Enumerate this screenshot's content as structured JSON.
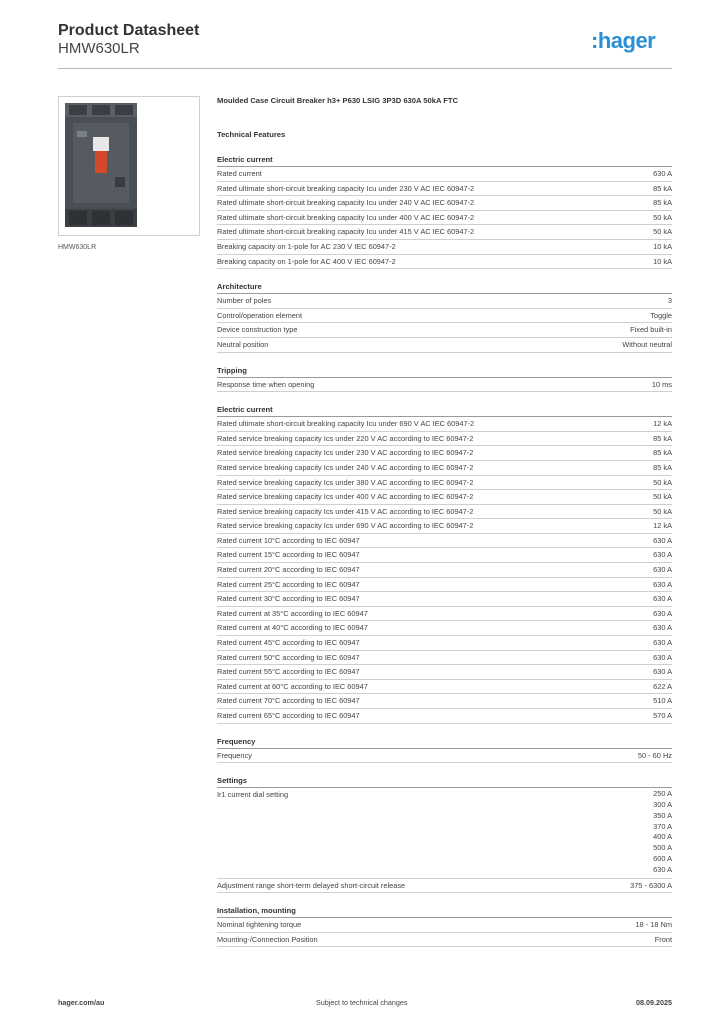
{
  "header": {
    "title": "Product Datasheet",
    "subtitle": "HMW630LR",
    "logo_text": "hager",
    "logo_color": "#2b8fd6"
  },
  "image": {
    "caption": "HMW630LR"
  },
  "product_description": "Moulded Case Circuit Breaker h3+ P630 LSIG 3P3D 630A 50kA FTC",
  "technical_features_title": "Technical Features",
  "sections": [
    {
      "title": "Electric current",
      "rows": [
        {
          "label": "Rated current",
          "value": "630 A"
        },
        {
          "label": "Rated ultimate short-circuit breaking capacity Icu under 230 V AC IEC 60947-2",
          "value": "85 kA"
        },
        {
          "label": "Rated ultimate short-circuit breaking capacity Icu under 240 V AC IEC 60947-2",
          "value": "85 kA"
        },
        {
          "label": "Rated ultimate short-circuit breaking capacity Icu under 400 V AC IEC 60947-2",
          "value": "50 kA"
        },
        {
          "label": "Rated ultimate short-circuit breaking capacity Icu under 415 V AC IEC 60947-2",
          "value": "50 kA"
        },
        {
          "label": "Breaking capacity on 1-pole for AC 230 V IEC 60947-2",
          "value": "10 kA"
        },
        {
          "label": "Breaking capacity on 1-pole for AC 400 V IEC 60947-2",
          "value": "10 kA"
        }
      ]
    },
    {
      "title": "Architecture",
      "rows": [
        {
          "label": "Number of poles",
          "value": "3"
        },
        {
          "label": "Control/operation element",
          "value": "Toggle"
        },
        {
          "label": "Device construction type",
          "value": "Fixed built-in"
        },
        {
          "label": "Neutral position",
          "value": "Without neutral"
        }
      ]
    },
    {
      "title": "Tripping",
      "rows": [
        {
          "label": "Response time when opening",
          "value": "10 ms"
        }
      ]
    },
    {
      "title": "Electric current",
      "rows": [
        {
          "label": "Rated ultimate short-circuit breaking capacity Icu under 690 V AC IEC 60947-2",
          "value": "12 kA"
        },
        {
          "label": "Rated service breaking capacity Ics under 220 V AC according to IEC 60947-2",
          "value": "85 kA"
        },
        {
          "label": "Rated service breaking capacity Ics under 230 V AC according to IEC 60947-2",
          "value": "85 kA"
        },
        {
          "label": "Rated service breaking capacity Ics under 240 V AC according to IEC 60947-2",
          "value": "85 kA"
        },
        {
          "label": "Rated service breaking capacity Ics under 380 V AC according to IEC 60947-2",
          "value": "50 kA"
        },
        {
          "label": "Rated service breaking capacity Ics under 400 V AC according to IEC 60947-2",
          "value": "50 kA"
        },
        {
          "label": "Rated service breaking capacity Ics under 415 V AC according to IEC 60947-2",
          "value": "50 kA"
        },
        {
          "label": "Rated service breaking capacity Ics under 690 V AC according to IEC 60947-2",
          "value": "12 kA"
        },
        {
          "label": "Rated current 10°C according to IEC 60947",
          "value": "630 A"
        },
        {
          "label": "Rated current 15°C according to IEC 60947",
          "value": "630 A"
        },
        {
          "label": "Rated current 20°C according to IEC 60947",
          "value": "630 A"
        },
        {
          "label": "Rated current 25°C according to IEC 60947",
          "value": "630 A"
        },
        {
          "label": "Rated current 30°C according to IEC 60947",
          "value": "630 A"
        },
        {
          "label": "Rated current at 35°C according to IEC 60947",
          "value": "630 A"
        },
        {
          "label": "Rated current at 40°C according to IEC 60947",
          "value": "630 A"
        },
        {
          "label": "Rated current 45°C according to IEC 60947",
          "value": "630 A"
        },
        {
          "label": "Rated current 50°C according to IEC 60947",
          "value": "630 A"
        },
        {
          "label": "Rated current 55°C according to IEC 60947",
          "value": "630 A"
        },
        {
          "label": "Rated current at 60°C according to IEC 60947",
          "value": "622 A"
        },
        {
          "label": "Rated current 70°C according to IEC 60947",
          "value": "510 A"
        },
        {
          "label": "Rated current 65°C according to IEC 60947",
          "value": "570 A"
        }
      ]
    },
    {
      "title": "Frequency",
      "rows": [
        {
          "label": "Frequency",
          "value": "50 - 60 Hz"
        }
      ]
    },
    {
      "title": "Settings",
      "rows": [
        {
          "label": "Ir1 current dial setting",
          "values": [
            "250 A",
            "300 A",
            "350 A",
            "370 A",
            "400 A",
            "500 A",
            "600 A",
            "630 A"
          ]
        },
        {
          "label": "Adjustment range short-term delayed short-circuit release",
          "value": "375 - 6300 A"
        }
      ]
    },
    {
      "title": "Installation, mounting",
      "rows": [
        {
          "label": "Nominal tightening torque",
          "value": "18 - 18 Nm"
        },
        {
          "label": "Mounting-/Connection Position",
          "value": "Front"
        }
      ]
    }
  ],
  "footer": {
    "website": "hager.com/au",
    "note": "Subject to technical changes",
    "date": "08.09.2025"
  }
}
